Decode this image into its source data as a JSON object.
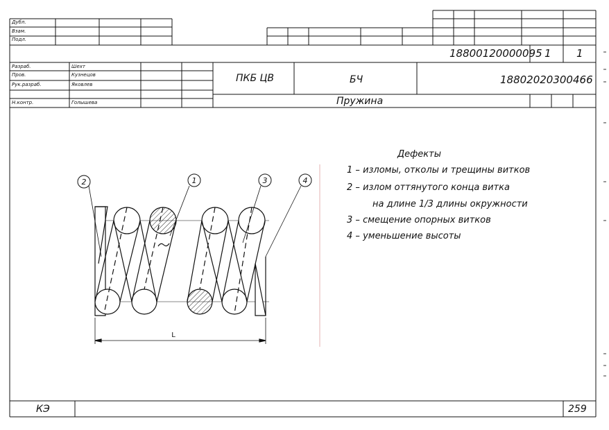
{
  "stamp": {
    "left_labels": [
      "Дубл.",
      "Взам.",
      "Подл."
    ],
    "doc_number": "18800120000095",
    "sheet": "1",
    "sheets": "1",
    "roles": [
      {
        "role": "Разраб.",
        "name": "Шехт"
      },
      {
        "role": "Пров.",
        "name": "Кузнецов"
      },
      {
        "role": "Рук.разраб.",
        "name": "Яковлев"
      },
      {
        "role": "",
        "name": ""
      },
      {
        "role": "Н.контр.",
        "name": "Голышева"
      }
    ],
    "org": "ПКБ ЦВ",
    "code": "БЧ",
    "designation": "18802020300466",
    "part_name": "Пружина"
  },
  "drawing": {
    "callouts": [
      "1",
      "2",
      "3",
      "4"
    ],
    "dimension_label": "L"
  },
  "defects": {
    "title": "Дефекты",
    "items": [
      {
        "num": "1",
        "dash": "–",
        "text": "изломы, отколы и трещины витков"
      },
      {
        "num": "2",
        "dash": "–",
        "text": "излом оттянутого конца витка"
      },
      {
        "num": "",
        "dash": "",
        "text": "на длине 1/3 длины окружности"
      },
      {
        "num": "3",
        "dash": "–",
        "text": "смещение опорных витков"
      },
      {
        "num": "4",
        "dash": "–",
        "text": "уменьшение высоты"
      }
    ]
  },
  "footer": {
    "doc_type": "КЭ",
    "page": "259"
  }
}
